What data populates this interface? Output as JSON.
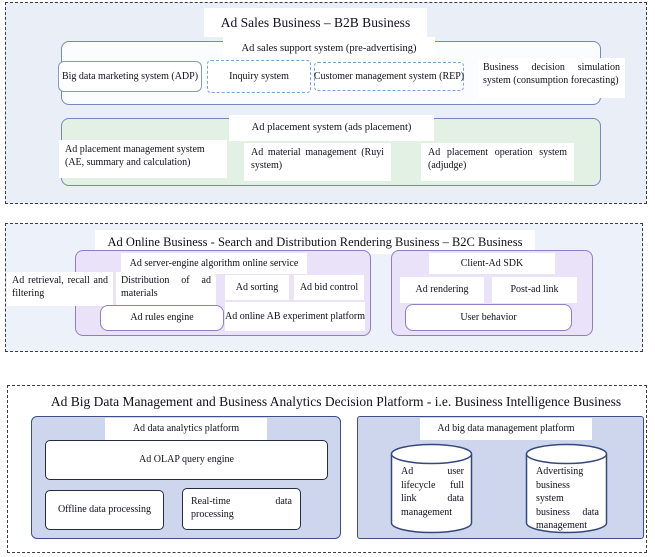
{
  "b2b": {
    "title": "Ad Sales Business – B2B Business",
    "support": {
      "title": "Ad sales support system (pre-advertising)",
      "adp": "Big data marketing system (ADP)",
      "inquiry": "Inquiry system",
      "rep": "Customer management system (REP)",
      "decision": "Business decision simulation system (consumption forecasting)"
    },
    "placement": {
      "title": "Ad placement system (ads placement)",
      "mgmt": "Ad placement management system (AE, summary and calculation)",
      "material": "Ad material management (Ruyi system)",
      "operation": "Ad placement operation system (adjudge)"
    }
  },
  "b2c": {
    "title": "Ad Online Business - Search and Distribution Rendering Business – B2C Business",
    "server": {
      "title": "Ad server-engine algorithm online service",
      "retrieval": "Ad retrieval, recall and filtering",
      "distribution": "Distribution of ad materials",
      "sorting": "Ad sorting",
      "bid": "Ad bid control",
      "rules": "Ad rules engine",
      "ab": "Ad online AB experiment platform"
    },
    "sdk": {
      "title": "Client-Ad SDK",
      "rendering": "Ad rendering",
      "postad": "Post-ad link",
      "behavior": "User  behavior"
    }
  },
  "bi": {
    "title": "Ad Big Data Management and Business Analytics Decision Platform - i.e. Business Intelligence Business",
    "analytics": {
      "title": "Ad data analytics platform",
      "olap": "Ad OLAP query engine",
      "offline": "Offline data processing",
      "realtime": "Real-time data processing"
    },
    "bigdata": {
      "title": "Ad big data management platform",
      "cylinder1": "Ad user lifecycle full link data management",
      "cylinder2": "Advertising business system business data management"
    }
  },
  "colors": {
    "section1_bg": "#e9eef7",
    "section2_bg": "#edf1f9",
    "section3_bg": "#ffffff",
    "blue_border": "#7688bd",
    "light_blue_dashed": "#7aa3d6",
    "green_bg": "#e3f0e4",
    "purple_border": "#8f7ec5",
    "purple_bg": "#e9e2f8",
    "periwinkle_bg": "#ced6ee",
    "navy_border": "#3f4e86",
    "dark_border": "#222c48"
  }
}
